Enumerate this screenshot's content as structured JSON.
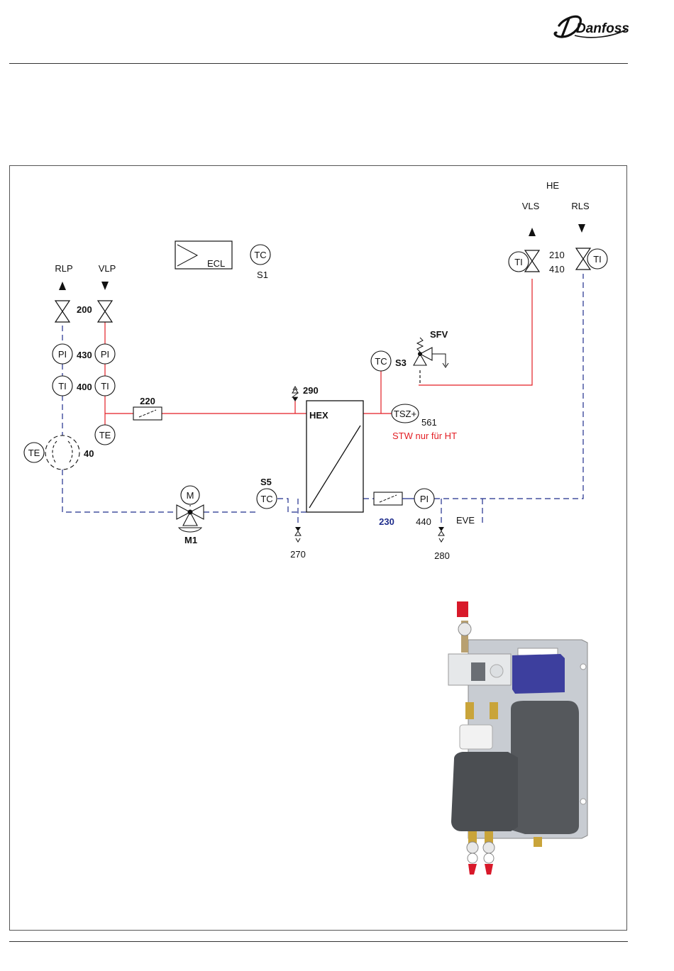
{
  "brand": {
    "logo_text": "Danfoss"
  },
  "diagram": {
    "labels": {
      "he": "HE",
      "vls": "VLS",
      "rls": "RLS",
      "rlp": "RLP",
      "vlp": "VLP",
      "ecl": "ECL",
      "tc_s1": "TC",
      "s1": "S1",
      "v200": "200",
      "v210": "210",
      "v410": "410",
      "v430": "430",
      "v400": "400",
      "pi": "PI",
      "ti": "TI",
      "te": "TE",
      "tc": "TC",
      "v220": "220",
      "v290": "290",
      "hex": "HEX",
      "sfv": "SFV",
      "s3": "S3",
      "tsz": "TSZ+",
      "v561": "561",
      "stw_note": "STW nur für HT",
      "v40": "40",
      "m": "M",
      "m1": "M1",
      "s5": "S5",
      "v270": "270",
      "v230": "230",
      "v440": "440",
      "eve": "EVE",
      "v280": "280"
    },
    "colors": {
      "supply": "#e31e24",
      "return": "#1f2d8c",
      "line": "#111111"
    }
  }
}
